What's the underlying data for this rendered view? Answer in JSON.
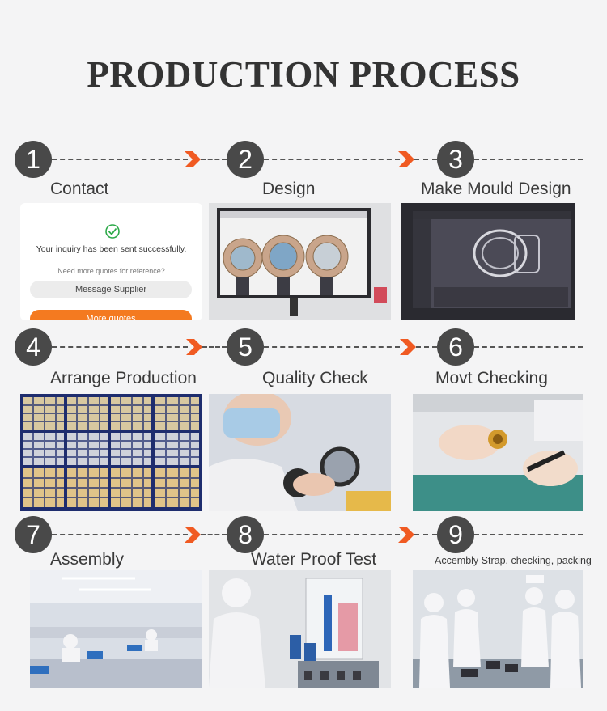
{
  "title": "PRODUCTION PROCESS",
  "steps": [
    {
      "number": "1",
      "label": "Contact"
    },
    {
      "number": "2",
      "label": "Design"
    },
    {
      "number": "3",
      "label": "Make Mould Design"
    },
    {
      "number": "4",
      "label": "Arrange Production"
    },
    {
      "number": "5",
      "label": "Quality Check"
    },
    {
      "number": "6",
      "label": "Movt Checking"
    },
    {
      "number": "7",
      "label": "Assembly"
    },
    {
      "number": "8",
      "label": "Water Proof Test"
    },
    {
      "number": "9",
      "label": "Accembly Strap, checking, packing"
    }
  ],
  "contact_card": {
    "success_message": "Your inquiry has been sent successfully.",
    "more_quotes_prompt": "Need more quotes for reference?",
    "message_button": "Message Supplier",
    "more_quotes_button": "More quotes"
  },
  "colors": {
    "accent": "#f05a22",
    "circle": "#494949",
    "title": "#333333",
    "background": "#f4f4f5"
  }
}
